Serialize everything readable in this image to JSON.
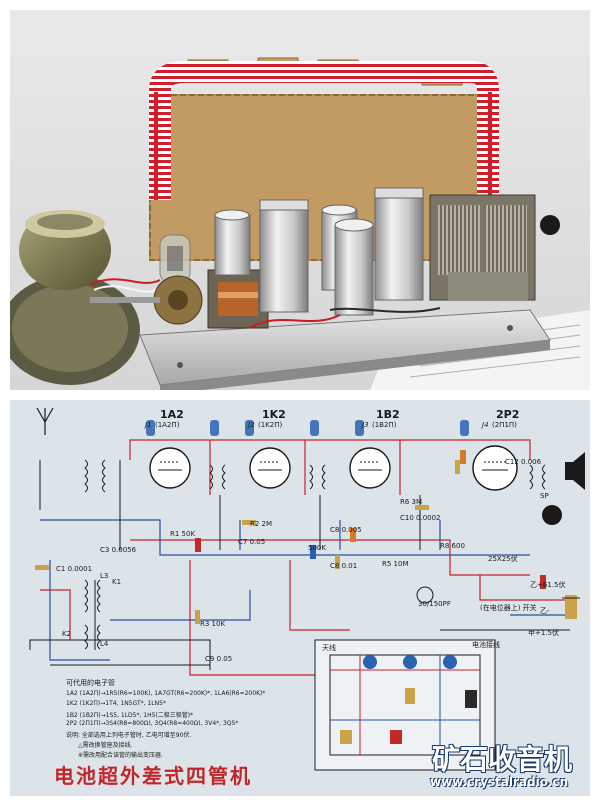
{
  "photo": {
    "subject": "radio-chassis-photo"
  },
  "schematic": {
    "tubes": [
      {
        "ref": "J1",
        "label": "1A2",
        "sub": "(1A2П)"
      },
      {
        "ref": "J2",
        "label": "1K2",
        "sub": "(1K2П)"
      },
      {
        "ref": "J3",
        "label": "1B2",
        "sub": "(1B2П)"
      },
      {
        "ref": "J4",
        "label": "2P2",
        "sub": "(2П1П)"
      }
    ],
    "component_labels": {
      "c_0056": "C3 0.0056",
      "c_0001": "C1 0.0001",
      "r_2m": "R2 2M",
      "c_005a": "C7 0.05",
      "r_10k": "R3 10K",
      "c_005b": "C9 0.05",
      "r_500k": "500K",
      "c_001": "C8 0.01",
      "r_10m": "R5 10M",
      "c_0005": "C8 0.005",
      "r_3m": "R6 3M",
      "c_0002": "C10 0.0002",
      "r_600": "R8 600",
      "c_30_150": "30/150PF",
      "c_0006": "C12 0.006",
      "v_25": "25X25伏",
      "b_15": "乙+61.5伏",
      "b_neg": "乙-",
      "a_15": "甲+1.5伏",
      "switch": "(在电位器上) 开关",
      "ant": "天线",
      "layout_title": "电池接线",
      "k1": "K1",
      "k2": "K2",
      "l3": "L3",
      "l4": "L4",
      "r1": "R1 50K",
      "sp": "SP"
    },
    "notes": [
      "可代用的电子管",
      "1A2 (1A2П)→1R5(R6=100K), 1A7GT(R6=200K)*, 1LA6(R6=200K)*",
      "1K2 (1K2П)→1T4, 1N5GT*, 1LN5*",
      "1B2 (1B2П)→1S5, 1LD5*, 1H5(二极三极管)*",
      "2P2 (2П1П)→3S4(R8=800Ω), 3Q4(R8=400Ω), 3V4*, 3Q5*",
      "说明: 全部选用上列电子管时, 乙电可增至90伏.",
      "△需改换管座及接线.",
      "※需改用配合该管的输出变压器."
    ],
    "title": "电池超外差式四管机"
  },
  "watermark": {
    "brand": "矿石收音机",
    "url": "www.crystalradio.cn"
  },
  "colors": {
    "schematic_bg": "#dce4ea",
    "wire_red": "#c8202a",
    "wire_blue": "#2a4fa0",
    "wire_black": "#1a1a1a",
    "title_red": "#c0262a",
    "watermark": "#ffffff"
  }
}
